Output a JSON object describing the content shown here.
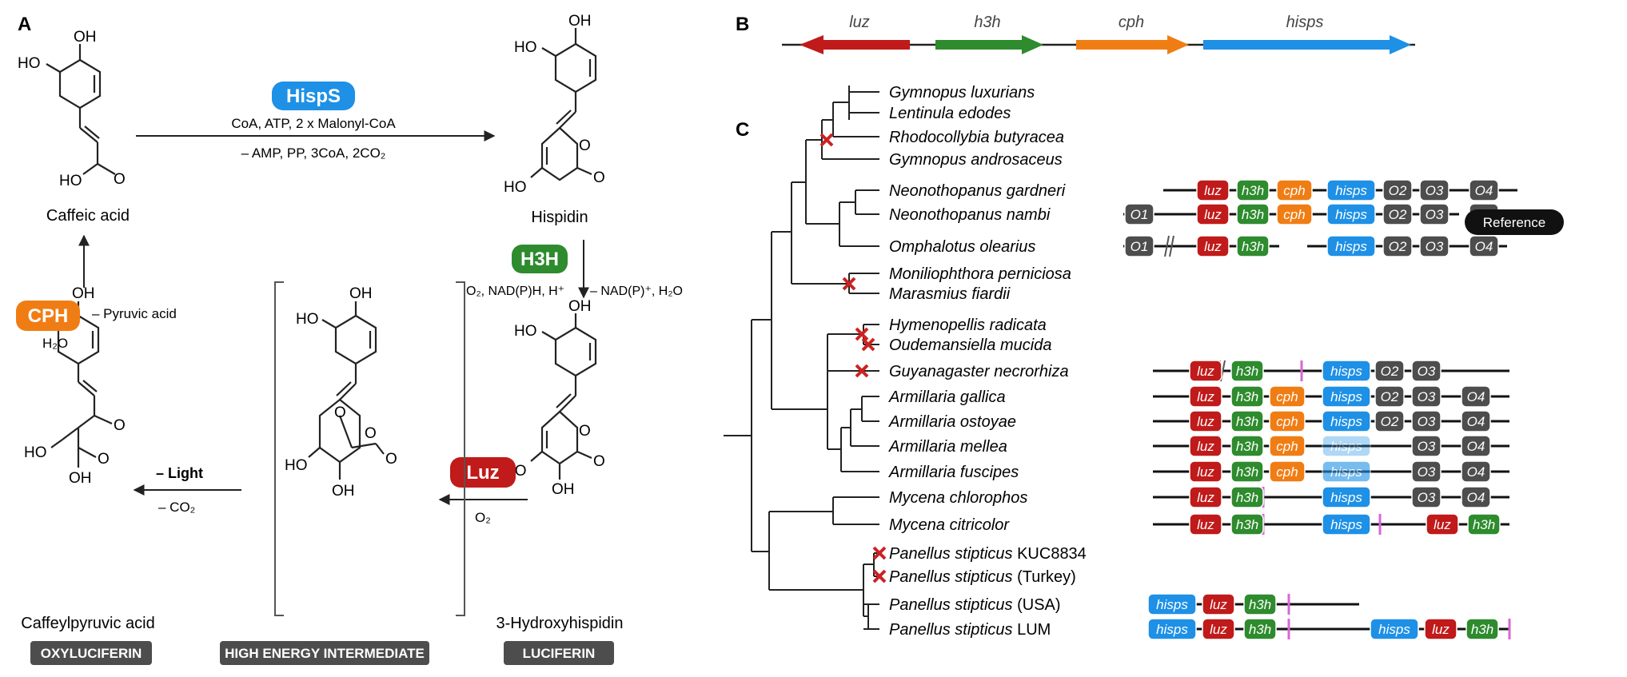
{
  "panels": {
    "a": "A",
    "b": "B",
    "c": "C"
  },
  "compounds": {
    "caffeic": "Caffeic acid",
    "hispidin": "Hispidin",
    "hydroxyhispidin": "3-Hydroxyhispidin",
    "caffeylpyruvic": "Caffeylpyruvic acid"
  },
  "enzymes": {
    "hisps": "HispS",
    "h3h": "H3H",
    "luz": "Luz",
    "cph": "CPH"
  },
  "enzyme_colors": {
    "hisps": "#1e90e6",
    "h3h": "#2e8b2e",
    "luz": "#c01a1a",
    "cph": "#f07d14"
  },
  "conditions": {
    "hisps_top": "CoA, ATP, 2 x Malonyl-CoA",
    "hisps_bottom": "– AMP, PP, 3CoA, 2CO₂",
    "h3h_left": "O₂, NAD(P)H, H⁺",
    "h3h_right": "– NAD(P)⁺, H₂O",
    "luz_o2": "O₂",
    "light": "– Light",
    "co2": "– CO₂",
    "cph_side": "– Pyruvic acid",
    "cph_h2o": "H₂O"
  },
  "atoms": {
    "oh": "OH",
    "ho": "HO",
    "o": "O"
  },
  "badges": {
    "oxyluciferin": "OXYLUCIFERIN",
    "intermediate": "HIGH ENERGY INTERMEDIATE",
    "luciferin": "LUCIFERIN"
  },
  "genes": {
    "luz": "luz",
    "h3h": "h3h",
    "cph": "cph",
    "hisps": "hisps",
    "o1": "O1",
    "o2": "O2",
    "o3": "O3",
    "o4": "O4"
  },
  "reference": "Reference",
  "species": [
    {
      "italic": "Gymnopus luxurians",
      "suffix": ""
    },
    {
      "italic": "Lentinula edodes",
      "suffix": ""
    },
    {
      "italic": "Rhodocollybia butyracea",
      "suffix": ""
    },
    {
      "italic": "Gymnopus androsaceus",
      "suffix": ""
    },
    {
      "italic": "Neonothopanus gardneri",
      "suffix": ""
    },
    {
      "italic": "Neonothopanus nambi",
      "suffix": ""
    },
    {
      "italic": "Omphalotus olearius",
      "suffix": ""
    },
    {
      "italic": "Moniliophthora perniciosa",
      "suffix": ""
    },
    {
      "italic": "Marasmius fiardii",
      "suffix": ""
    },
    {
      "italic": "Hymenopellis radicata",
      "suffix": ""
    },
    {
      "italic": "Oudemansiella mucida",
      "suffix": ""
    },
    {
      "italic": "Guyanagaster necrorhiza",
      "suffix": ""
    },
    {
      "italic": "Armillaria gallica",
      "suffix": ""
    },
    {
      "italic": "Armillaria ostoyae",
      "suffix": ""
    },
    {
      "italic": "Armillaria mellea",
      "suffix": ""
    },
    {
      "italic": "Armillaria fuscipes",
      "suffix": ""
    },
    {
      "italic": "Mycena chlorophos",
      "suffix": ""
    },
    {
      "italic": "Mycena citricolor",
      "suffix": ""
    },
    {
      "italic": "Panellus stipticus",
      "suffix": " KUC8834"
    },
    {
      "italic": "Panellus stipticus",
      "suffix": " (Turkey)"
    },
    {
      "italic": "Panellus stipticus",
      "suffix": " (USA)"
    },
    {
      "italic": "Panellus stipticus",
      "suffix": " LUM"
    }
  ]
}
